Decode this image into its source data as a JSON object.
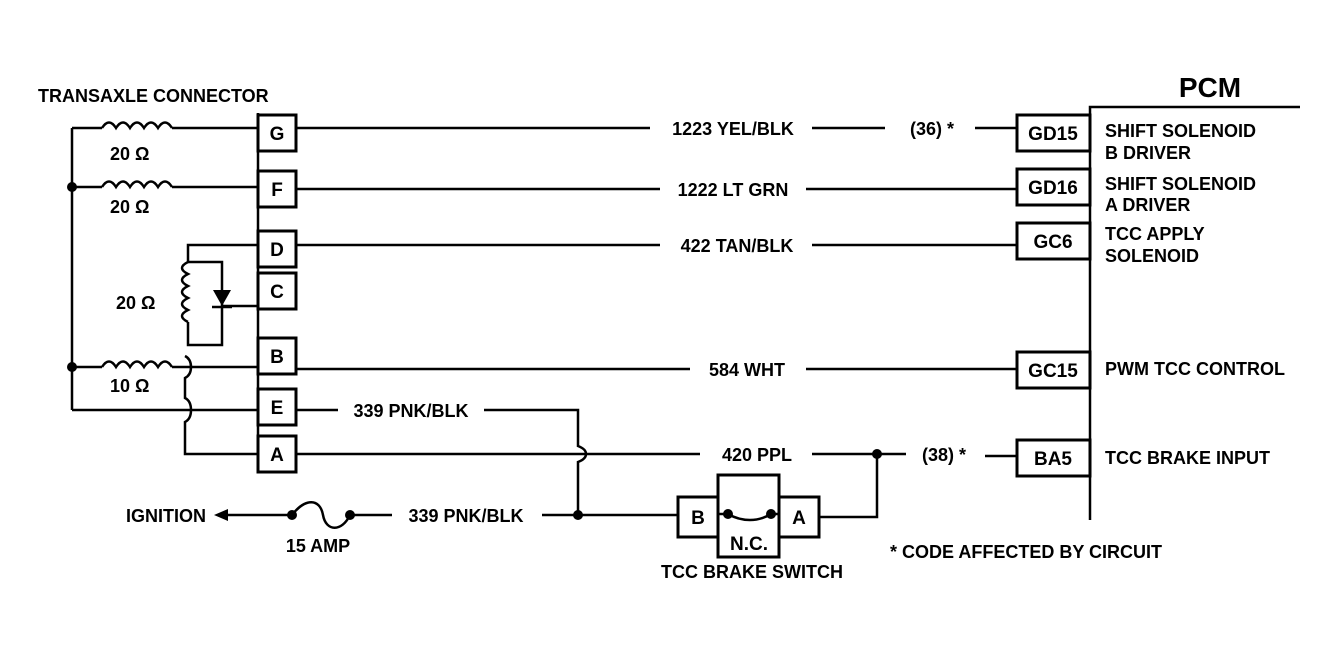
{
  "connector": {
    "title": "TRANSAXLE CONNECTOR",
    "pins": [
      "G",
      "F",
      "D",
      "C",
      "B",
      "E",
      "A"
    ]
  },
  "pcm": {
    "title": "PCM",
    "terminals": [
      "GD15",
      "GD16",
      "GC6",
      "GC15",
      "BA5"
    ],
    "functions": [
      [
        "SHIFT SOLENOID",
        "B DRIVER"
      ],
      [
        "SHIFT SOLENOID",
        "A DRIVER"
      ],
      [
        "TCC APPLY",
        "SOLENOID"
      ],
      [
        "PWM TCC CONTROL"
      ],
      [
        "TCC BRAKE INPUT"
      ]
    ]
  },
  "resistances": [
    "20 Ω",
    "20 Ω",
    "20 Ω",
    "10 Ω"
  ],
  "wires": {
    "g": "1223 YEL/BLK",
    "f": "1222 LT GRN",
    "d": "422 TAN/BLK",
    "b": "584 WHT",
    "e": "339 PNK/BLK",
    "a": "420 PPL",
    "ignition_feed": "339 PNK/BLK"
  },
  "codes": {
    "g": "(36) *",
    "a": "(38) *"
  },
  "ignition": {
    "label": "IGNITION",
    "fuse": "15 AMP"
  },
  "brake_switch": {
    "title": "TCC BRAKE SWITCH",
    "state": "N.C.",
    "pin_left": "B",
    "pin_right": "A"
  },
  "footnote": "* CODE AFFECTED BY CIRCUIT"
}
